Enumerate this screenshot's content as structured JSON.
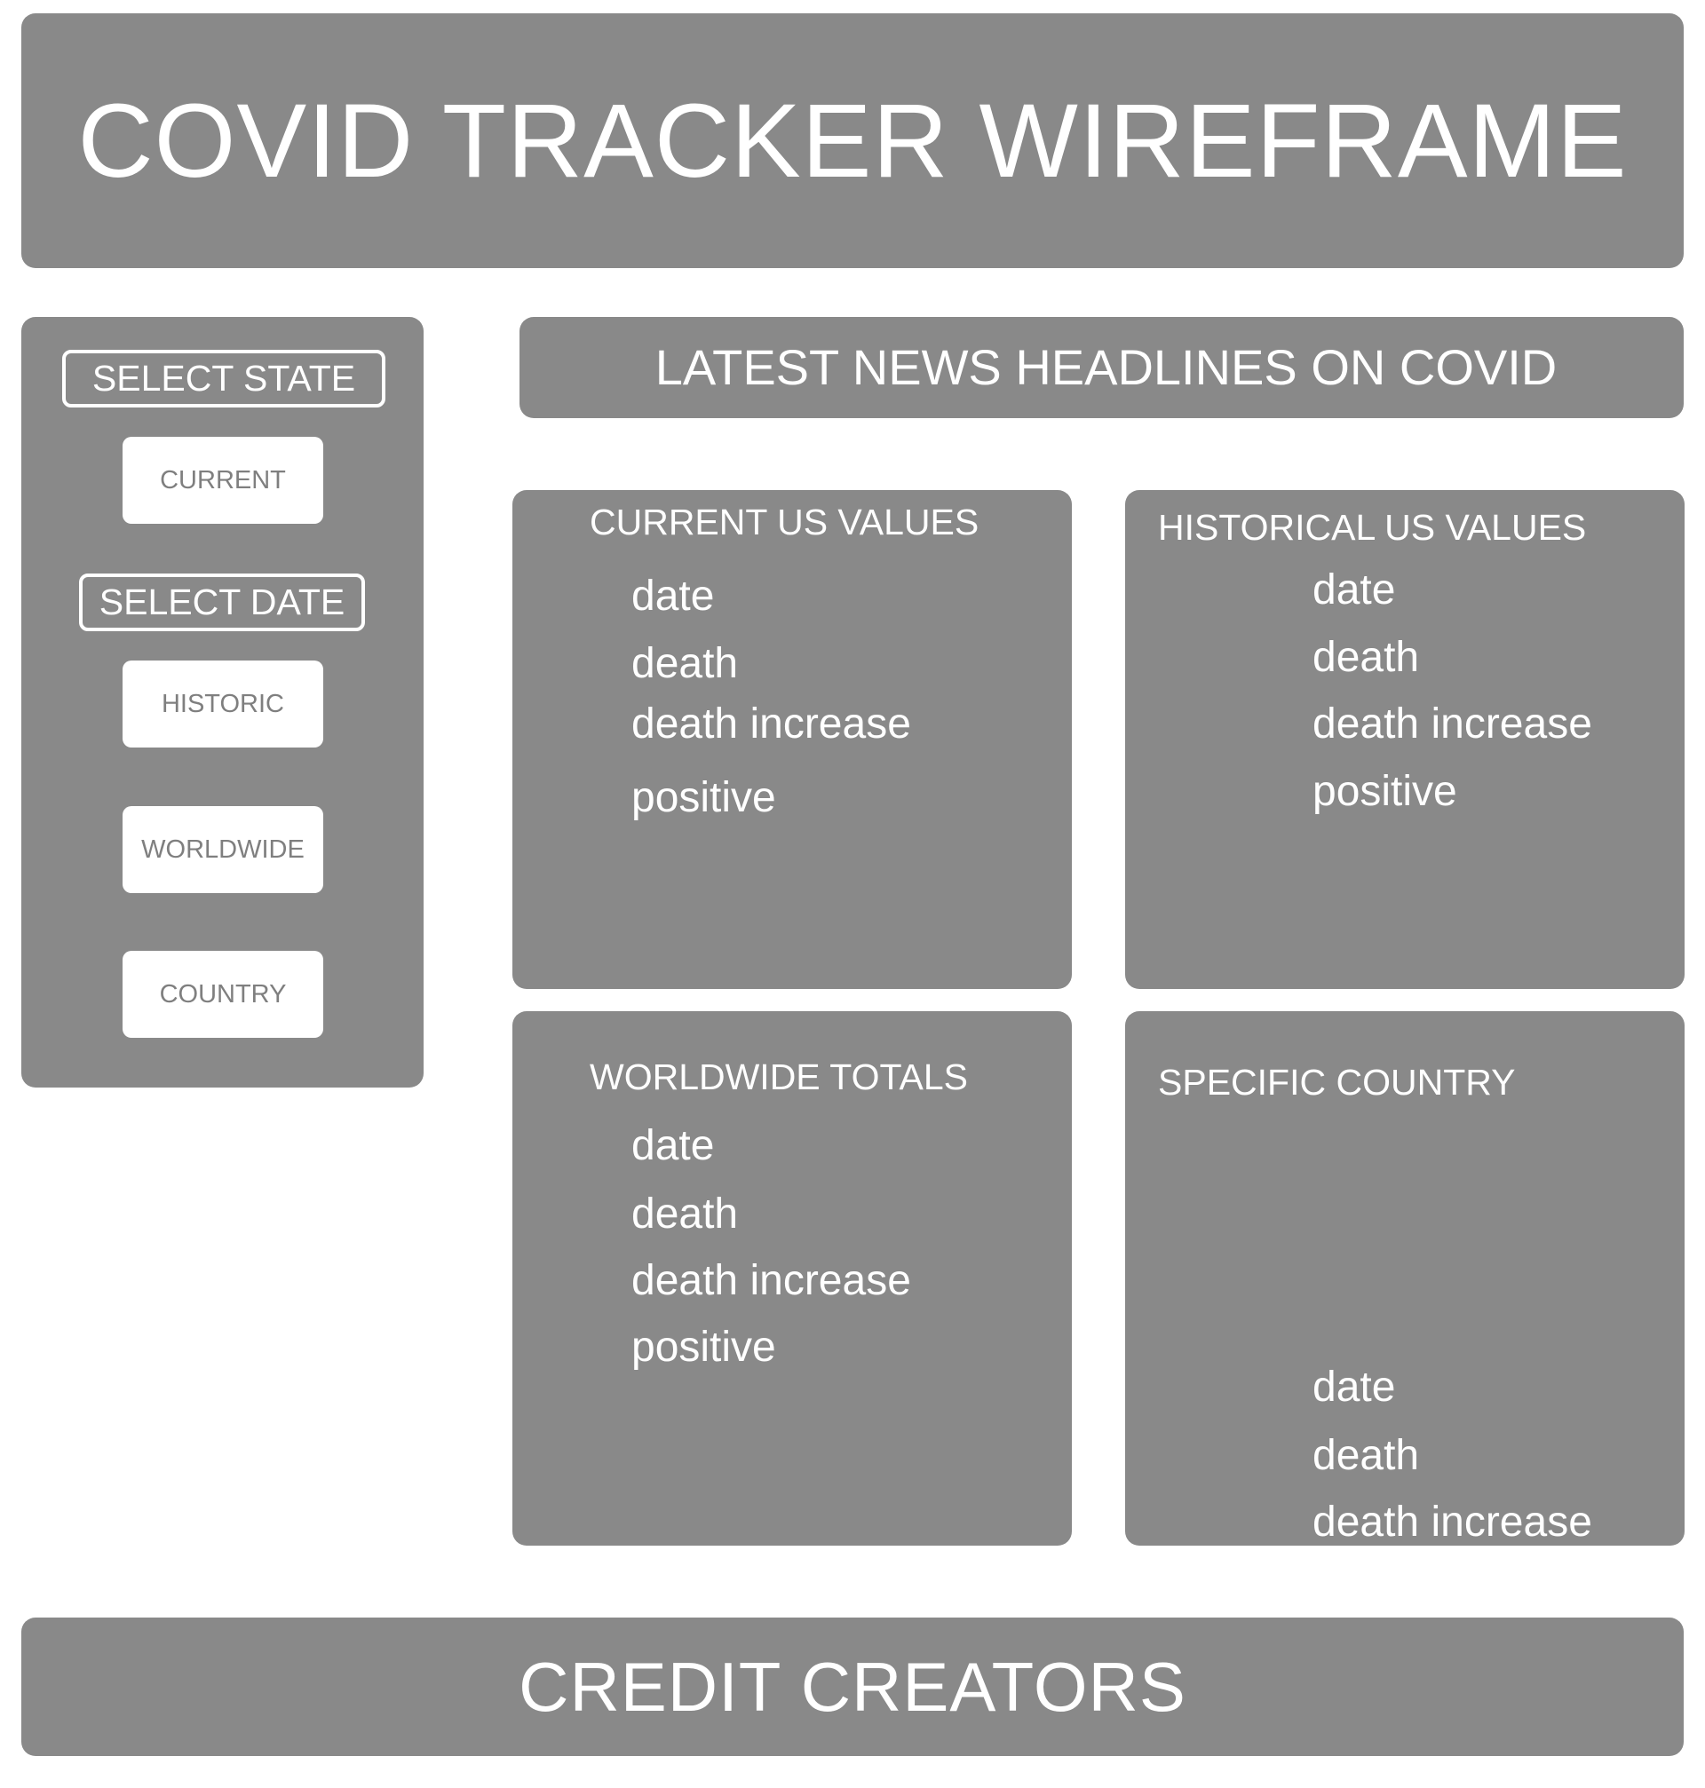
{
  "header": {
    "title": "COVID TRACKER WIREFRAME"
  },
  "sidebar": {
    "select_state_label": "SELECT STATE",
    "select_date_label": "SELECT DATE",
    "buttons": {
      "current": "CURRENT",
      "historic": "HISTORIC",
      "worldwide": "WORLDWIDE",
      "country": "COUNTRY"
    }
  },
  "news": {
    "title": "LATEST NEWS HEADLINES ON COVID"
  },
  "cards": {
    "current": {
      "title": "CURRENT US VALUES",
      "fields": [
        "date",
        "death",
        "death increase",
        "positive"
      ]
    },
    "historical": {
      "title": "HISTORICAL US VALUES",
      "fields": [
        "date",
        "death",
        "death increase",
        "positive"
      ]
    },
    "worldwide": {
      "title": "WORLDWIDE TOTALS",
      "fields": [
        "date",
        "death",
        "death increase",
        "positive"
      ]
    },
    "country": {
      "title": "SPECIFIC COUNTRY",
      "fields": [
        "date",
        "death",
        "death increase"
      ]
    }
  },
  "footer": {
    "text": "CREDIT CREATORS"
  },
  "colors": {
    "panel": "#898989",
    "text": "#ffffff",
    "button_bg": "#ffffff",
    "button_text": "#7f7f7f"
  }
}
